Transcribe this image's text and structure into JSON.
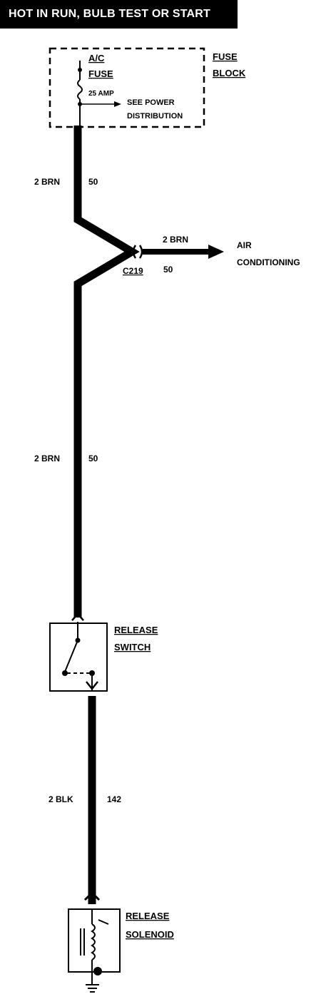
{
  "header": {
    "title": "HOT IN RUN,   BULB TEST OR START"
  },
  "fuse_block": {
    "label_line1": "FUSE",
    "label_line2": "BLOCK",
    "fuse_name_line1": "A/C",
    "fuse_name_line2": "FUSE",
    "fuse_rating": "25 AMP",
    "see_line1": "SEE POWER",
    "see_line2": "DISTRIBUTION"
  },
  "wires": {
    "w1": {
      "color": "2 BRN",
      "circuit": "50"
    },
    "w2": {
      "color": "2 BRN",
      "circuit": "50"
    },
    "w3": {
      "color": "2 BRN",
      "circuit": "50"
    },
    "w4": {
      "color": "2 BLK",
      "circuit": "142"
    }
  },
  "connector": {
    "id": "C219"
  },
  "air_conditioning": {
    "line1": "AIR",
    "line2": "CONDITIONING"
  },
  "release_switch": {
    "line1": "RELEASE",
    "line2": "SWITCH"
  },
  "release_solenoid": {
    "line1": "RELEASE",
    "line2": "SOLENOID"
  }
}
